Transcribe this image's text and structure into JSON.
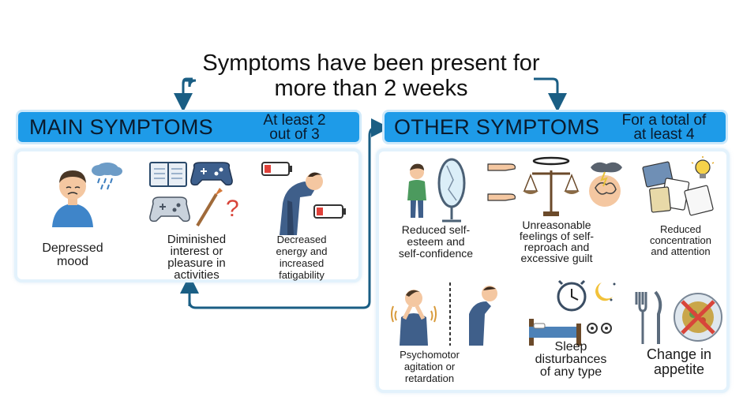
{
  "title_line1": "Symptoms have been present for",
  "title_line2": "more than 2 weeks",
  "main": {
    "title": "MAIN SYMPTOMS",
    "sub_line1": "At least 2",
    "sub_line2": "out of 3",
    "items": [
      {
        "line1": "Depressed",
        "line2": "mood",
        "icon": "sad-person-rain-icon"
      },
      {
        "line1": "Diminished",
        "line2": "interest or",
        "line3": "pleasure in",
        "line4": "activities",
        "icon": "hobbies-icon"
      },
      {
        "line1": "Decreased",
        "line2": "energy and",
        "line3": "increased",
        "line4": "fatigability",
        "icon": "tired-person-battery-icon"
      }
    ]
  },
  "other": {
    "title": "OTHER SYMPTOMS",
    "sub_line1": "For a total of",
    "sub_line2": "at least 4",
    "items": [
      {
        "line1": "Reduced self-",
        "line2": "esteem and",
        "line3": "self-confidence",
        "icon": "broken-mirror-icon"
      },
      {
        "line1": "Unreasonable",
        "line2": "feelings of self-",
        "line3": "reproach and",
        "line4": "excessive guilt",
        "icon": "scales-guilt-icon"
      },
      {
        "line1": "Reduced",
        "line2": "concentration",
        "line3": "and attention",
        "icon": "papers-lightbulb-icon"
      },
      {
        "line1": "Psychomotor",
        "line2": "agitation or",
        "line3": "retardation",
        "icon": "agitation-retardation-icon"
      },
      {
        "line1": "Sleep",
        "line2": "disturbances",
        "line3": "of any type",
        "icon": "bed-clock-moon-icon"
      },
      {
        "line1": "Change in",
        "line2": "appetite",
        "icon": "no-food-icon"
      }
    ]
  },
  "colors": {
    "header_blue": "#1e9be8",
    "arrow": "#1a5e84",
    "panel_border": "#e3f2fc"
  }
}
